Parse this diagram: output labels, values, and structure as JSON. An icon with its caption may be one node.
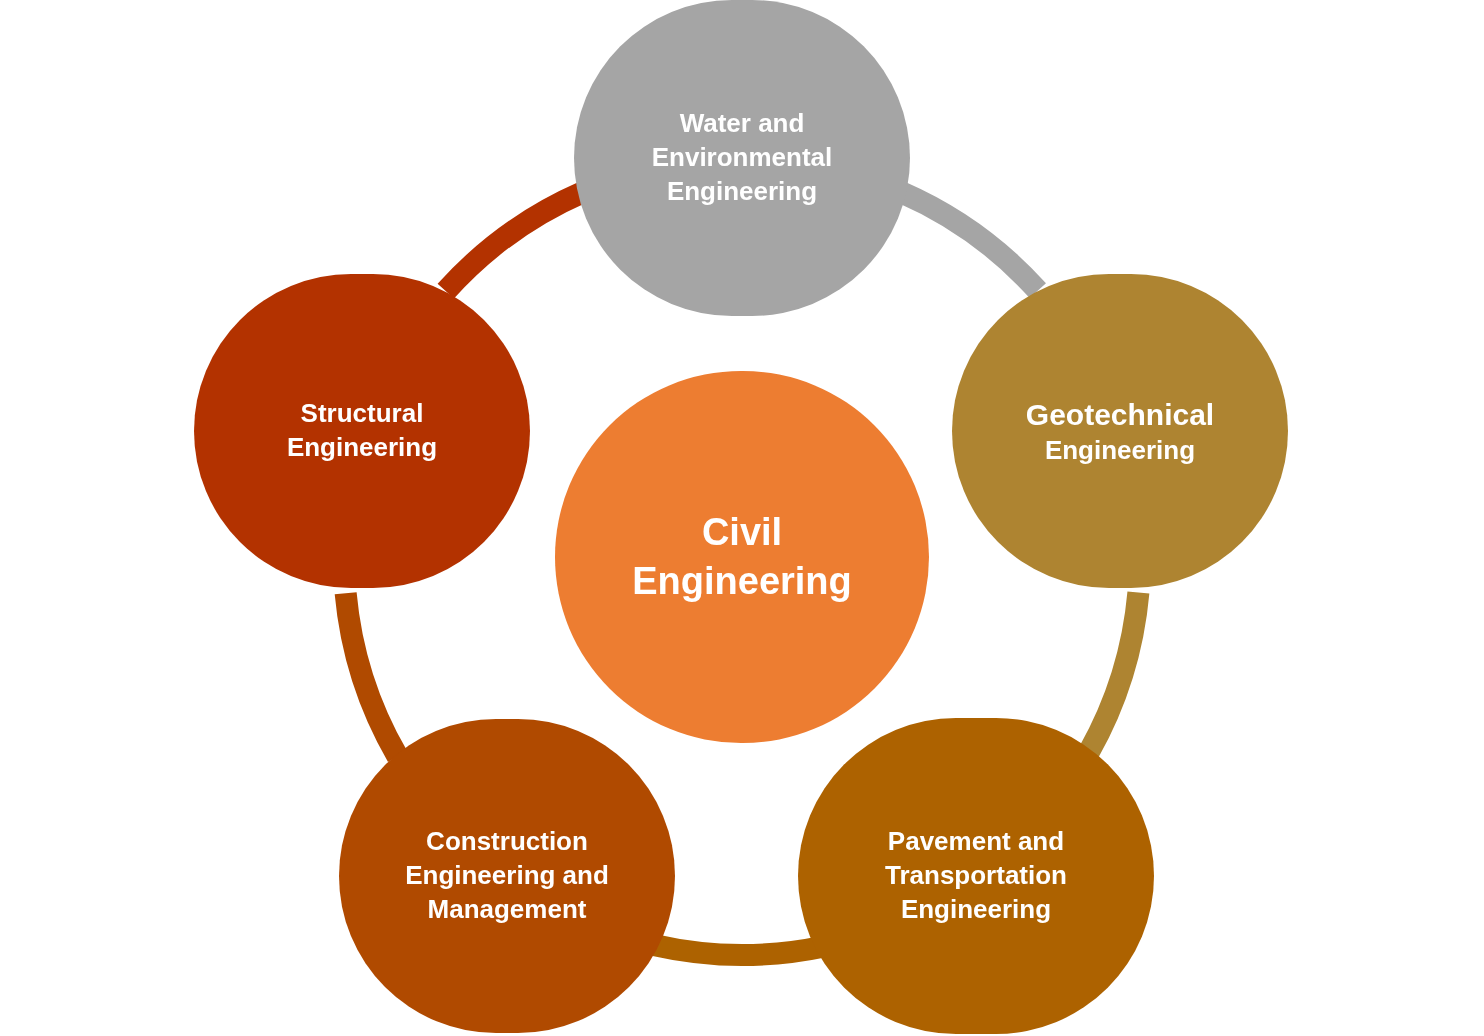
{
  "diagram": {
    "nodes": [
      {
        "text": [
          "Civil Engineering"
        ]
      },
      {
        "text": [
          "Water and Environmental Engineering"
        ]
      },
      {
        "text": [
          "Geotechnical",
          "Engineering"
        ]
      },
      {
        "text": [
          "Pavement and Transportation Engineering"
        ]
      },
      {
        "text": [
          "Construction Engineering and Management"
        ]
      },
      {
        "text": [
          "Structural Engineering"
        ]
      }
    ],
    "edges": [
      {
        "from": 1,
        "to": 2,
        "arrow": "none",
        "color": "#a5a5a5"
      },
      {
        "from": 2,
        "to": 3,
        "arrow": "none",
        "color": "#ae8431"
      },
      {
        "from": 3,
        "to": 4,
        "arrow": "none",
        "color": "#ad6200"
      },
      {
        "from": 4,
        "to": 5,
        "arrow": "none",
        "color": "#b04a00"
      },
      {
        "from": 5,
        "to": 1,
        "arrow": "none",
        "color": "#b33200"
      }
    ]
  }
}
